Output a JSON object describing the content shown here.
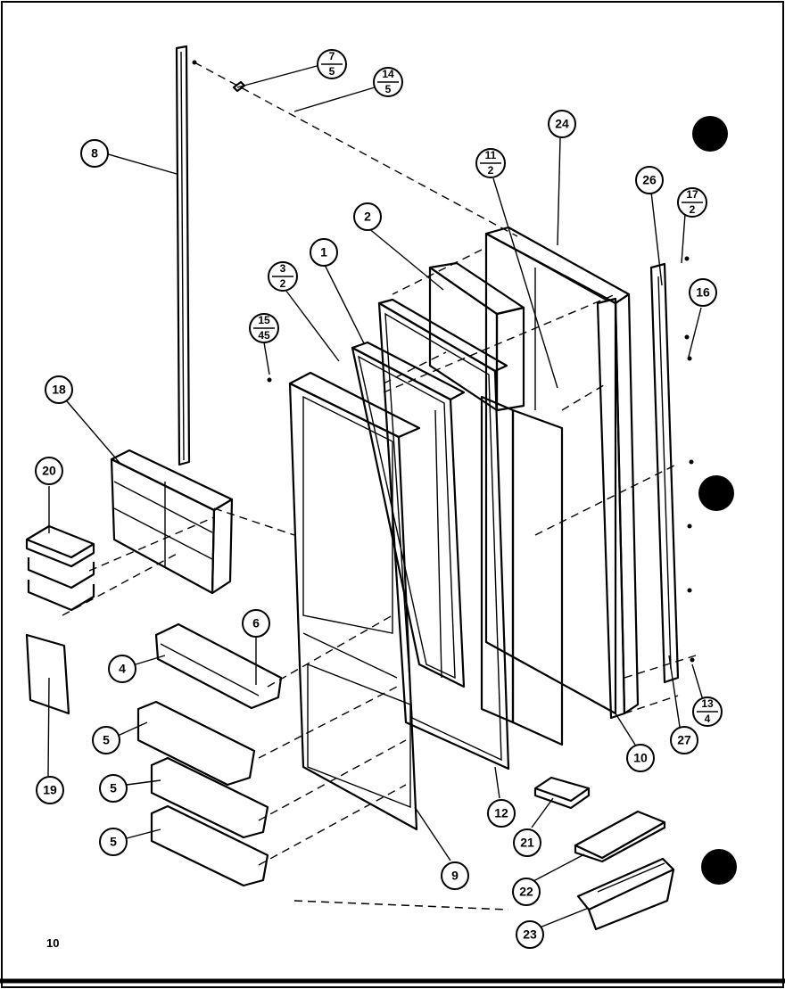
{
  "page_number": "10",
  "callouts": [
    {
      "id": "1",
      "label": "1"
    },
    {
      "id": "2",
      "label": "2"
    },
    {
      "id": "4",
      "label": "4"
    },
    {
      "id": "5a",
      "label": "5"
    },
    {
      "id": "5b",
      "label": "5"
    },
    {
      "id": "5c",
      "label": "5"
    },
    {
      "id": "6",
      "label": "6"
    },
    {
      "id": "8",
      "label": "8"
    },
    {
      "id": "9",
      "label": "9"
    },
    {
      "id": "10",
      "label": "10"
    },
    {
      "id": "12",
      "label": "12"
    },
    {
      "id": "16",
      "label": "16"
    },
    {
      "id": "18",
      "label": "18"
    },
    {
      "id": "19",
      "label": "19"
    },
    {
      "id": "20",
      "label": "20"
    },
    {
      "id": "21",
      "label": "21"
    },
    {
      "id": "22",
      "label": "22"
    },
    {
      "id": "23",
      "label": "23"
    },
    {
      "id": "24",
      "label": "24"
    },
    {
      "id": "26",
      "label": "26"
    },
    {
      "id": "27",
      "label": "27"
    }
  ],
  "fraction_callouts": [
    {
      "id": "7-5",
      "top": "7",
      "bottom": "5"
    },
    {
      "id": "14-5",
      "top": "14",
      "bottom": "5"
    },
    {
      "id": "11-2",
      "top": "11",
      "bottom": "2"
    },
    {
      "id": "17-2",
      "top": "17",
      "bottom": "2"
    },
    {
      "id": "3-2",
      "top": "3",
      "bottom": "2"
    },
    {
      "id": "15-45",
      "top": "15",
      "bottom": "45"
    },
    {
      "id": "13-4",
      "top": "13",
      "bottom": "4"
    }
  ]
}
